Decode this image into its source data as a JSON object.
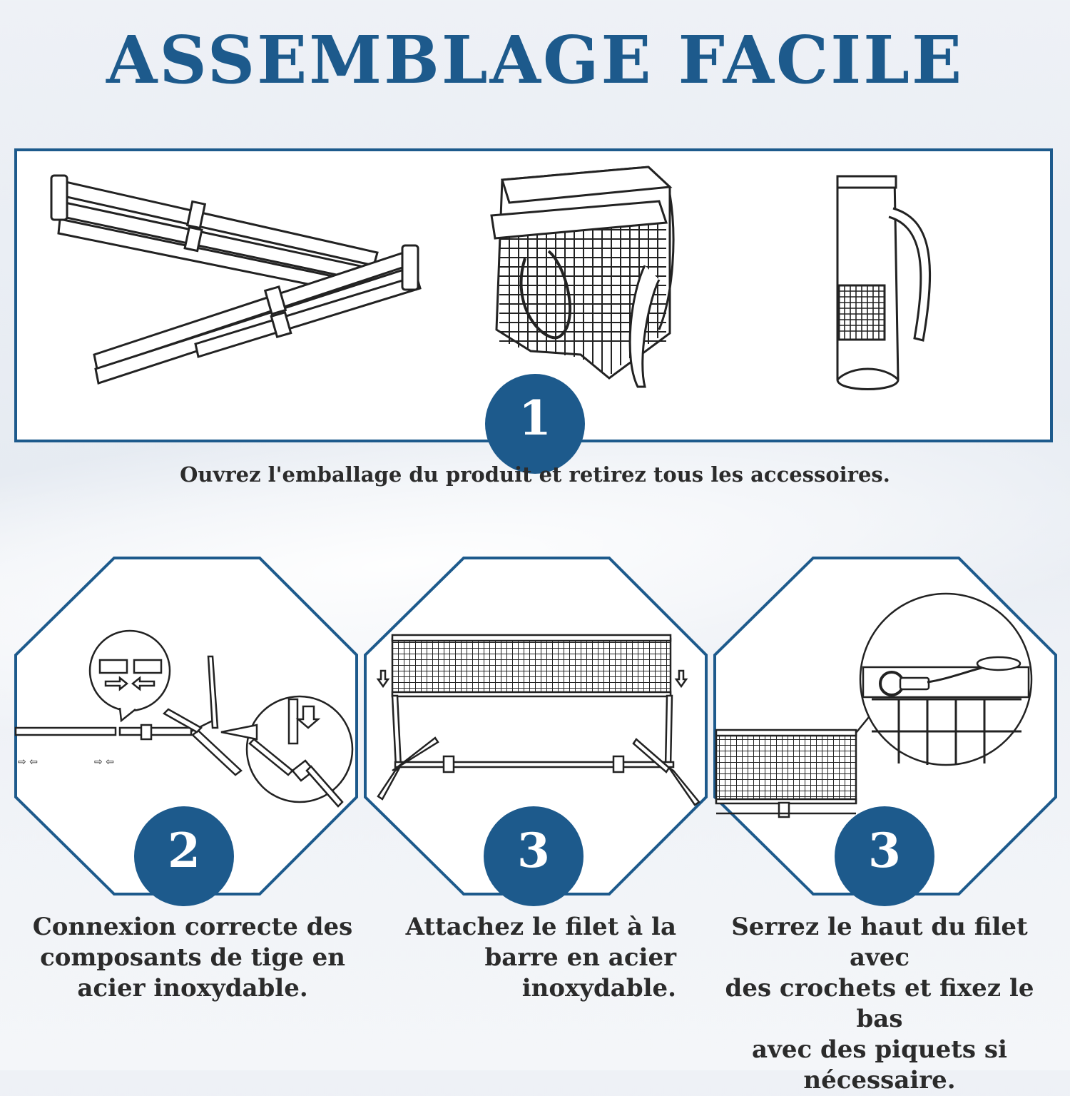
{
  "title": "ASSEMBLAGE FACILE",
  "colors": {
    "accent": "#1d5a8c",
    "text": "#2b2b2b",
    "panel": "#ffffff"
  },
  "step1": {
    "number": "1",
    "caption": "Ouvrez l'emballage du produit et retirez tous les accessoires."
  },
  "steps": [
    {
      "number": "2",
      "caption": [
        "Connexion correcte des",
        "composants de tige en",
        "acier inoxydable."
      ]
    },
    {
      "number": "3",
      "caption": [
        "Attachez le filet à la",
        "barre en acier",
        "inoxydable."
      ]
    },
    {
      "number": "3",
      "caption": [
        "Serrez le haut du filet avec",
        "des crochets et fixez le bas",
        "avec des piquets si",
        "nécessaire."
      ]
    }
  ]
}
